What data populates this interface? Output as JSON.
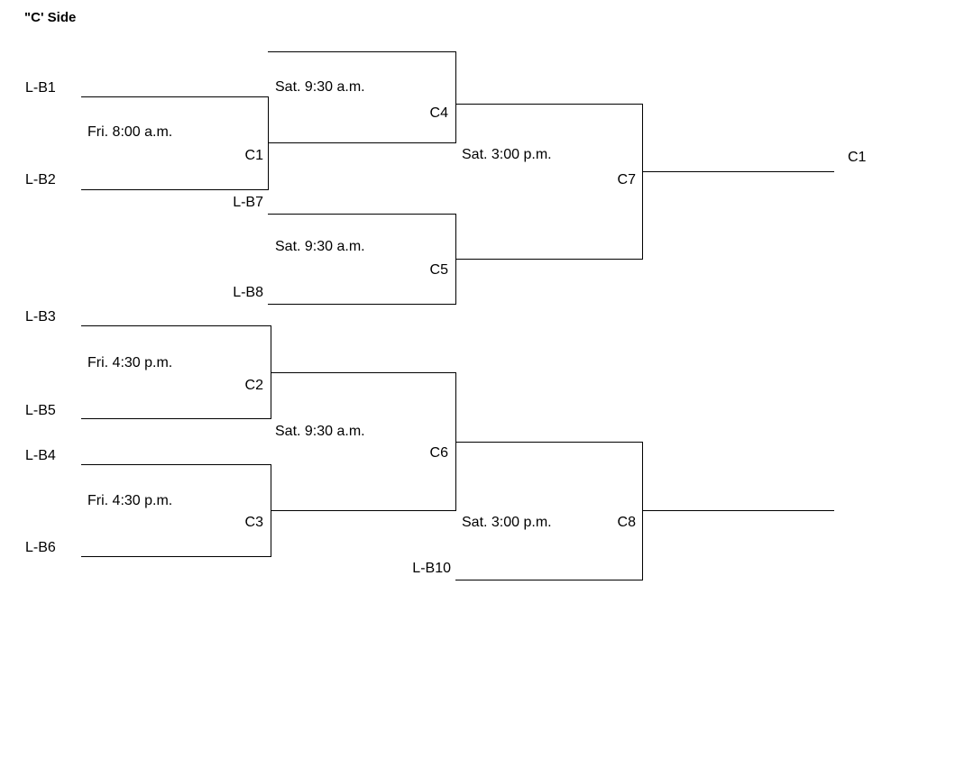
{
  "title": "\"C' Side",
  "entrants": {
    "lb1": "L-B1",
    "lb2": "L-B2",
    "lb3": "L-B3",
    "lb4": "L-B4",
    "lb5": "L-B5",
    "lb6": "L-B6",
    "lb7": "L-B7",
    "lb8": "L-B8",
    "lb10": "L-B10"
  },
  "games": {
    "c1": {
      "label": "C1",
      "time": "Fri. 8:00 a.m."
    },
    "c2": {
      "label": "C2",
      "time": "Fri. 4:30 p.m."
    },
    "c3": {
      "label": "C3",
      "time": "Fri. 4:30 p.m."
    },
    "c4": {
      "label": "C4",
      "time": "Sat. 9:30 a.m."
    },
    "c5": {
      "label": "C5",
      "time": "Sat. 9:30 a.m."
    },
    "c6": {
      "label": "C6",
      "time": "Sat. 9:30 a.m."
    },
    "c7": {
      "label": "C7",
      "time": "Sat. 3:00 p.m."
    },
    "c8": {
      "label": "C8",
      "time": "Sat. 3:00 p.m."
    }
  },
  "final_placement": "C1",
  "colors": {
    "background": "#ffffff",
    "line": "#000000",
    "text": "#000000"
  }
}
